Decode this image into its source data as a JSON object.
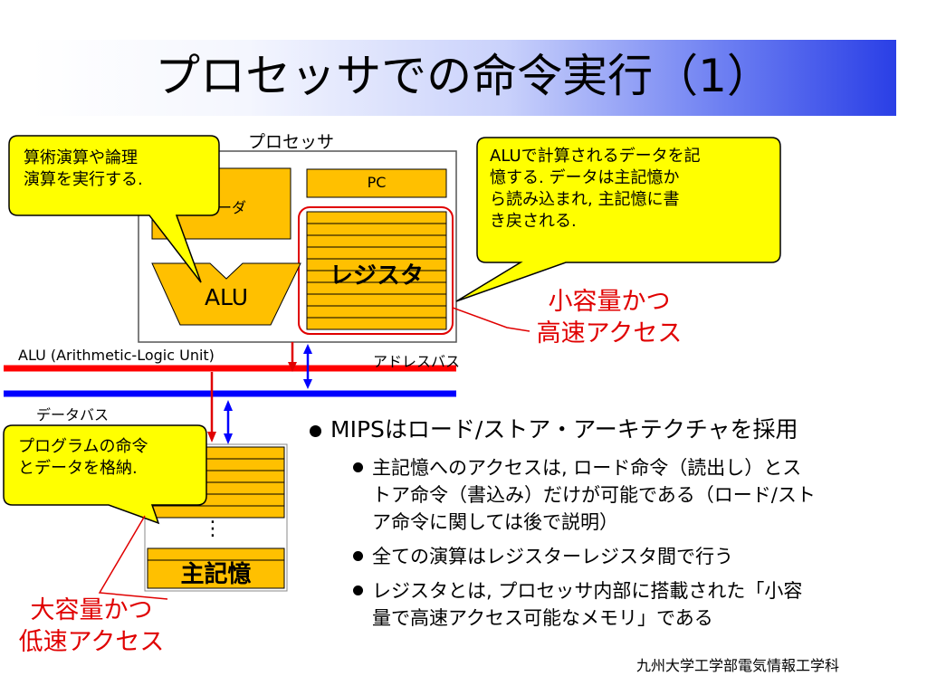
{
  "title": "プロセッサでの命令実行（1）",
  "processor_label": "プロセッサ",
  "pc_label": "PC",
  "decoder_label_fragment": "ーダ",
  "register_label": "レジスタ",
  "alu_label": "ALU",
  "alu_full_label": "ALU (Arithmetic-Logic Unit)",
  "address_bus_label": "アドレスバス",
  "data_bus_label": "データバス",
  "memory_label": "主記憶",
  "memory_dots": "⋮",
  "callouts": {
    "alu": [
      "算術演算や論理",
      "演算を実行する."
    ],
    "register": [
      "ALUで計算されるデータを記",
      "憶する. データは主記憶か",
      "ら読み込まれ, 主記憶に書",
      "き戻される."
    ],
    "memory": [
      "プログラムの命令",
      "とデータを格納."
    ]
  },
  "register_note": [
    "小容量かつ",
    "高速アクセス"
  ],
  "memory_note": [
    "大容量かつ",
    "低速アクセス"
  ],
  "bullets": {
    "main": "MIPSはロード/ストア・アーキテクチャを採用",
    "sub": [
      [
        "主記憶へのアクセスは, ロード命令（読出し）とス",
        "トア命令（書込み）だけが可能である（ロード/スト",
        "ア命令に関しては後で説明）"
      ],
      [
        "全ての演算はレジスターレジスタ間で行う"
      ],
      [
        "レジスタとは, プロセッサ内部に搭載された「小容",
        "量で高速アクセス可能なメモリ」である"
      ]
    ]
  },
  "footer": "九州大学工学部電気情報工学科",
  "colors": {
    "orange": "#ffc000",
    "bus_red": "#ff0000",
    "bus_blue": "#0000ff",
    "callout_yellow": "#ffff00",
    "note_red": "#e00000"
  }
}
